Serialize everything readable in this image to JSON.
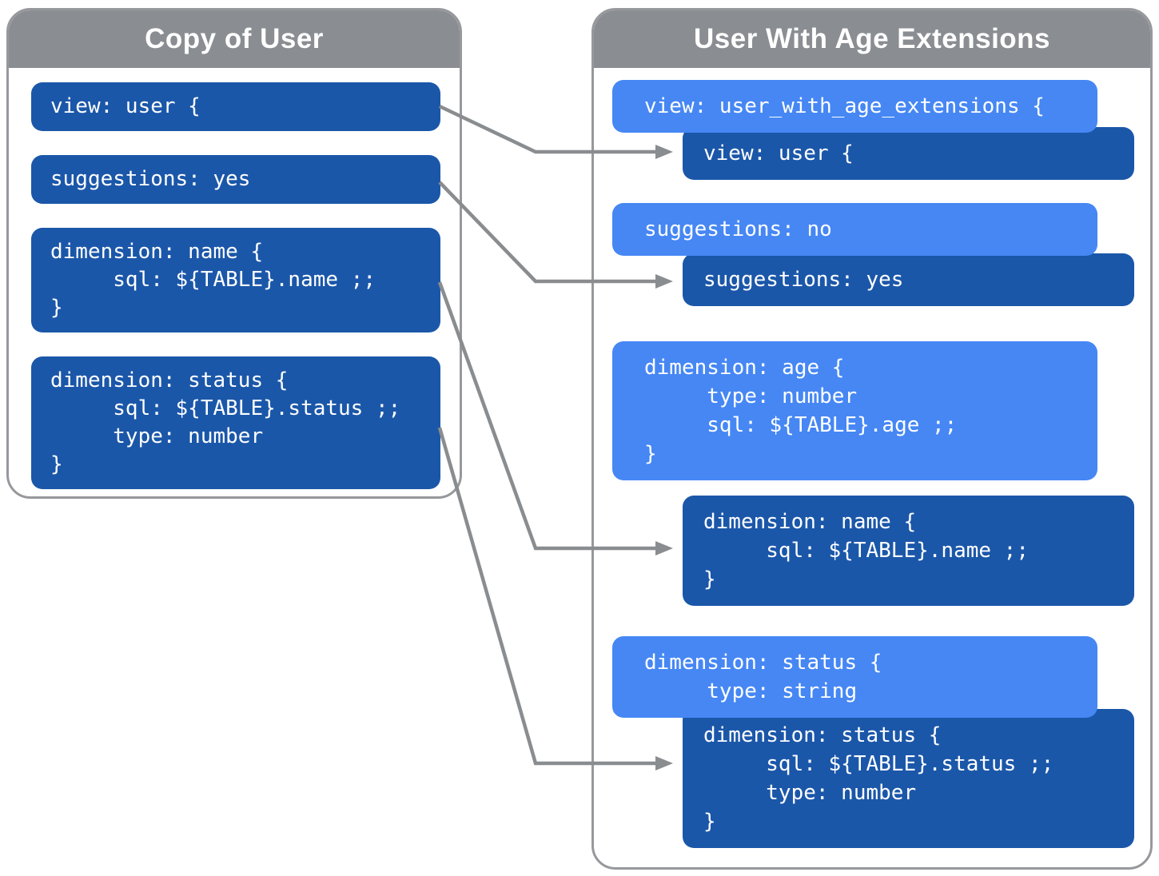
{
  "colors": {
    "dark_blue": "#1b57a9",
    "light_blue": "#4687f4",
    "header_gray": "#8a8e92",
    "border_gray": "#96989c",
    "arrow_gray": "#8a8d90",
    "text_white": "#ffffff",
    "background": "#ffffff"
  },
  "left_panel": {
    "title": "Copy of User",
    "boxes": [
      {
        "name": "view-user",
        "style": "dark",
        "code": [
          "view: user {"
        ]
      },
      {
        "name": "suggestions-yes",
        "style": "dark",
        "code": [
          "suggestions: yes"
        ]
      },
      {
        "name": "dimension-name",
        "style": "dark",
        "code": [
          "dimension: name {",
          "     sql: ${TABLE}.name ;;",
          "}"
        ]
      },
      {
        "name": "dimension-status",
        "style": "dark",
        "code": [
          "dimension: status {",
          "     sql: ${TABLE}.status ;;",
          "     type: number",
          "}"
        ]
      }
    ]
  },
  "right_panel": {
    "title": "User With Age Extensions",
    "boxes": [
      {
        "name": "view-refinement",
        "style": "light",
        "code": [
          "view: user_with_age_extensions {"
        ]
      },
      {
        "name": "view-original",
        "style": "dark",
        "code": [
          "view: user {"
        ]
      },
      {
        "name": "suggestions-refinement",
        "style": "light",
        "code": [
          "suggestions: no"
        ]
      },
      {
        "name": "suggestions-original",
        "style": "dark",
        "code": [
          "suggestions: yes"
        ]
      },
      {
        "name": "dimension-age-refinement",
        "style": "light",
        "code": [
          "dimension: age {",
          "     type: number",
          "     sql: ${TABLE}.age ;;",
          "}"
        ]
      },
      {
        "name": "dimension-name-original",
        "style": "dark",
        "code": [
          "dimension: name {",
          "     sql: ${TABLE}.name ;;",
          "}"
        ]
      },
      {
        "name": "dimension-status-refinement",
        "style": "light",
        "code": [
          "dimension: status {",
          "     type: string"
        ]
      },
      {
        "name": "dimension-status-original",
        "style": "dark",
        "code": [
          "dimension: status {",
          "     sql: ${TABLE}.status ;;",
          "     type: number",
          "}"
        ]
      }
    ]
  },
  "connectors": [
    {
      "from": "copy-of-user.view-user",
      "to": "user-with-age-extensions.view-original"
    },
    {
      "from": "copy-of-user.suggestions-yes",
      "to": "user-with-age-extensions.suggestions-original"
    },
    {
      "from": "copy-of-user.dimension-name",
      "to": "user-with-age-extensions.dimension-name-original"
    },
    {
      "from": "copy-of-user.dimension-status",
      "to": "user-with-age-extensions.dimension-status-original"
    }
  ]
}
